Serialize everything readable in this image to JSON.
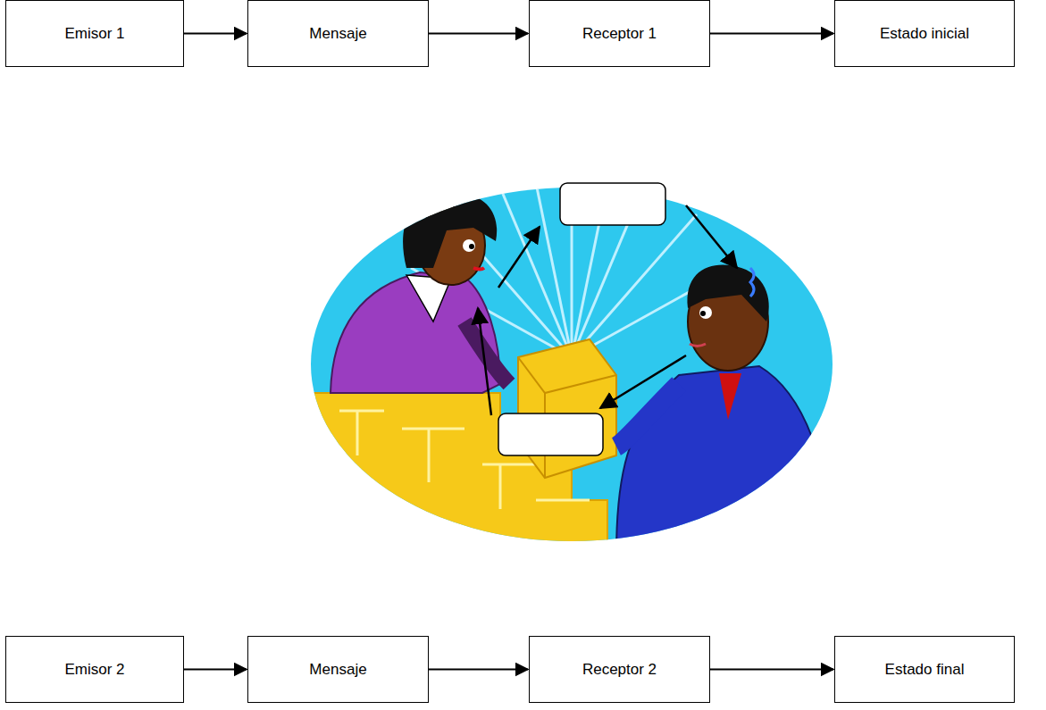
{
  "diagram": {
    "nodes": [
      {
        "text": [
          "Emisor 1"
        ]
      },
      {
        "text": [
          "Mensaje"
        ]
      },
      {
        "text": [
          "Receptor 1"
        ]
      },
      {
        "text": [
          "Estado inicial"
        ]
      },
      {
        "text": [
          "Emisor 2"
        ]
      },
      {
        "text": [
          "Mensaje"
        ]
      },
      {
        "text": [
          "Receptor 2"
        ]
      },
      {
        "text": [
          "Estado final"
        ]
      }
    ],
    "edges": [
      {
        "from": 0,
        "to": 1,
        "arrow": "to"
      },
      {
        "from": 1,
        "to": 2,
        "arrow": "to"
      },
      {
        "from": 2,
        "to": 3,
        "arrow": "to"
      },
      {
        "from": 4,
        "to": 5,
        "arrow": "to"
      },
      {
        "from": 5,
        "to": 6,
        "arrow": "to"
      },
      {
        "from": 6,
        "to": 7,
        "arrow": "to"
      }
    ]
  }
}
